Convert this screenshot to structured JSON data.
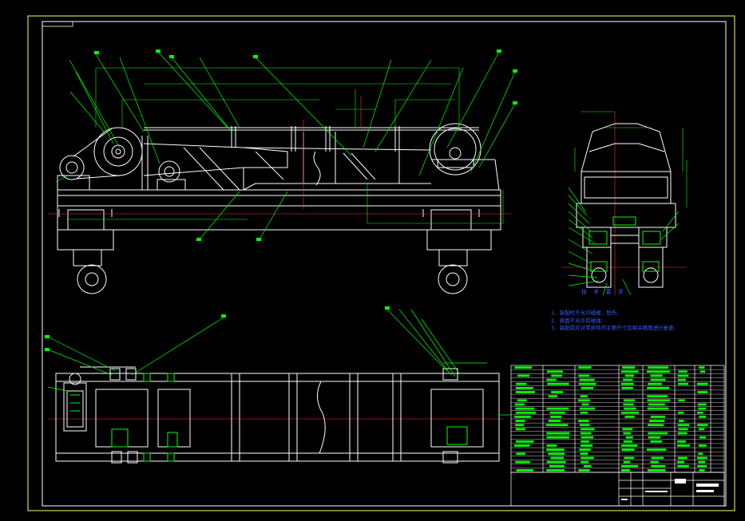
{
  "drawing": {
    "colors": {
      "background": "#000000",
      "frame": "#ffff66",
      "geometry": "#ffffff",
      "leader": "#00ff00",
      "centerline": "#ff3333",
      "dimension": "#00ff00",
      "text": "#3a5cff",
      "table_text": "#00ff00"
    }
  },
  "tech_requirements": {
    "title": "技 术 要 求",
    "items": [
      "1、装配时不允许磕碰，划伤;",
      "2、表面不允许有锈蚀;",
      "3、装配前应对零部件的主要尺寸及相关精度进行复查;"
    ]
  }
}
